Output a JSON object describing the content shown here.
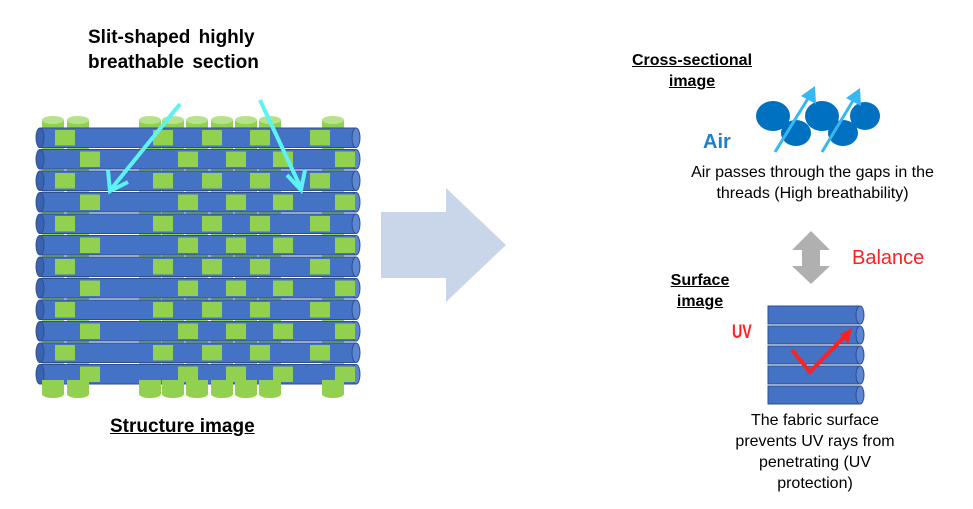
{
  "structure": {
    "slit_label": "Slit-shaped highly breathable section",
    "caption": "Structure image"
  },
  "cross_section": {
    "title": "Cross-sectional image",
    "air_label": "Air",
    "description": "Air passes through the gaps in the threads (High breathability)"
  },
  "balance_label": "Balance",
  "surface": {
    "title": "Surface image",
    "uv_label": "UV",
    "description": "The fabric surface prevents UV rays from penetrating (UV protection)"
  },
  "colors": {
    "blue_thread": "#4472c4",
    "green_thread": "#92d050",
    "cyan_arrow": "#5ef2f2",
    "big_arrow": "#c9d6ea",
    "air_blue": "#1f7fc9",
    "red": "#ff2020"
  }
}
